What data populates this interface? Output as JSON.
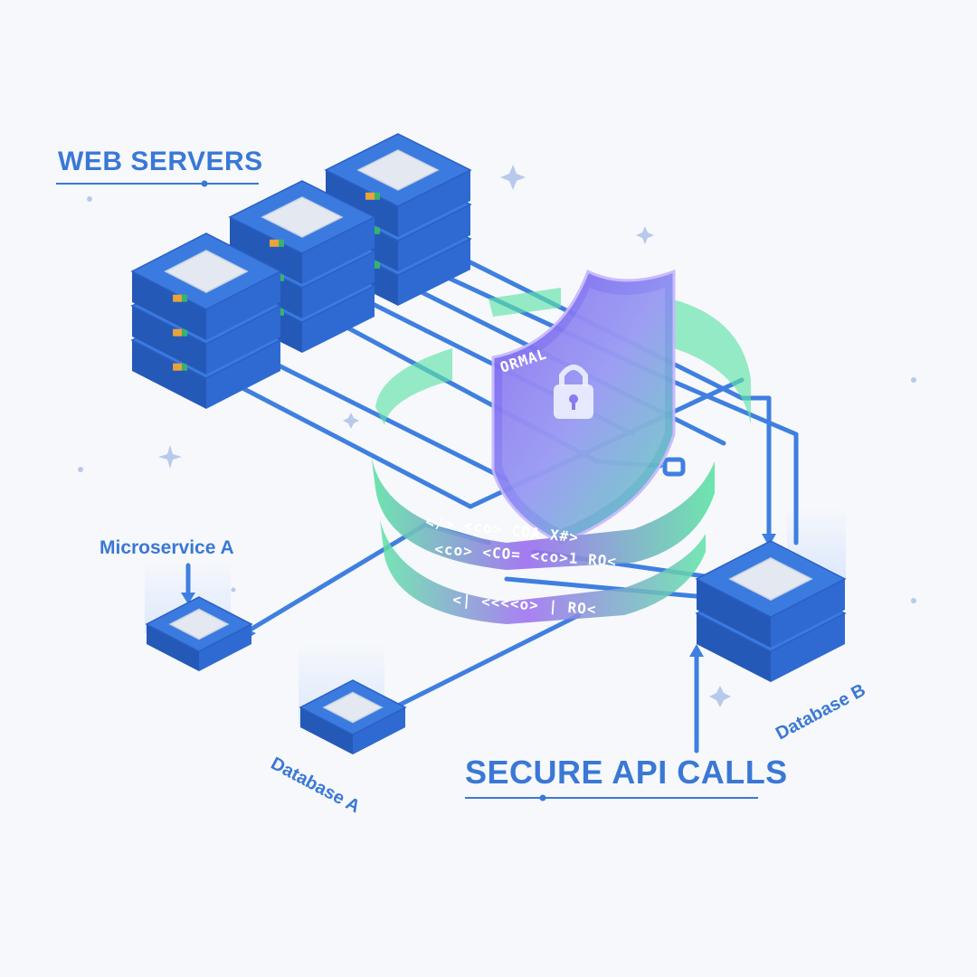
{
  "labels": {
    "web_servers": "WEB SERVERS",
    "microservice_a": "Microservice A",
    "database_a": "Database A",
    "database_b": "Database B",
    "secure_api_calls": "SECURE API CALLS"
  },
  "code_ring": {
    "band_top": "</>  <co>  CQA  X#>",
    "band_mid": "<co>  <CO=  <co>1  RO<",
    "band_low": "<|  <<<<o>  |  RO<"
  },
  "shield_text": "ORMAL",
  "colors": {
    "server_blue": "#3b7be0",
    "server_dark": "#2559b8",
    "server_top_face": "#e4e9f1",
    "link_blue": "#3f7fe0",
    "label_blue": "#3a78d6",
    "ring_green": "#5ee3a5",
    "ring_purple": "#9b6cf0",
    "shield_purple": "#8a5ef0",
    "shield_teal": "#4fd3b0"
  },
  "icons": [
    "lock-icon",
    "shield-icon",
    "sparkle-icon",
    "arrow-icon"
  ]
}
